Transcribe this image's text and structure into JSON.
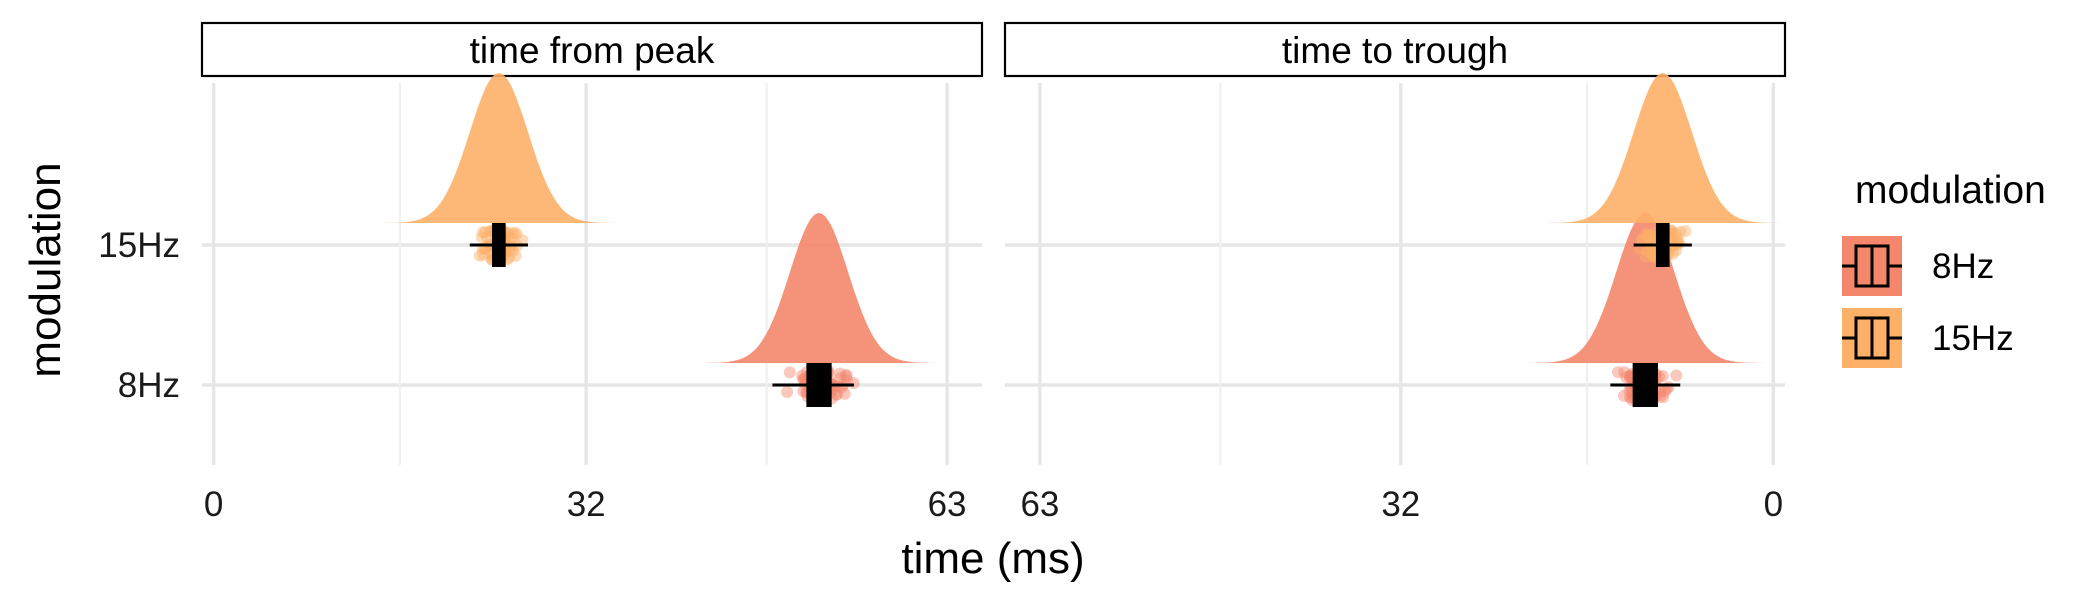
{
  "chart_data": {
    "type": "violin-boxplot (raincloud), faceted",
    "xlabel": "time (ms)",
    "ylabel": "modulation",
    "categories": [
      "8Hz",
      "15Hz"
    ],
    "legend": {
      "title": "modulation",
      "position": "right",
      "entries": [
        {
          "label": "8Hz",
          "color": "#f4866c"
        },
        {
          "label": "15Hz",
          "color": "#fdb068"
        }
      ]
    },
    "facets": [
      {
        "strip": "time from peak",
        "xlim": [
          -1,
          66
        ],
        "x_reversed": false,
        "x_ticks": [
          0,
          32,
          63
        ],
        "tick_labels": [
          "0",
          "32",
          "63"
        ],
        "series": [
          {
            "name": "8Hz",
            "median": 52,
            "q1": 51,
            "q3": 53,
            "min": 48,
            "max": 55,
            "spread": 2.5
          },
          {
            "name": "15Hz",
            "median": 24.5,
            "q1": 24,
            "q3": 25,
            "min": 22,
            "max": 27,
            "spread": 2.5
          }
        ]
      },
      {
        "strip": "time to trough",
        "xlim": [
          -1,
          66
        ],
        "x_reversed": true,
        "x_ticks": [
          63,
          32,
          0
        ],
        "tick_labels": [
          "63",
          "32",
          "0"
        ],
        "series": [
          {
            "name": "8Hz",
            "median": 11,
            "q1": 10,
            "q3": 12,
            "min": 8,
            "max": 14,
            "spread": 2.5
          },
          {
            "name": "15Hz",
            "median": 9.5,
            "q1": 9,
            "q3": 10,
            "min": 7,
            "max": 12,
            "spread": 2.5
          }
        ]
      }
    ],
    "grid": true
  }
}
